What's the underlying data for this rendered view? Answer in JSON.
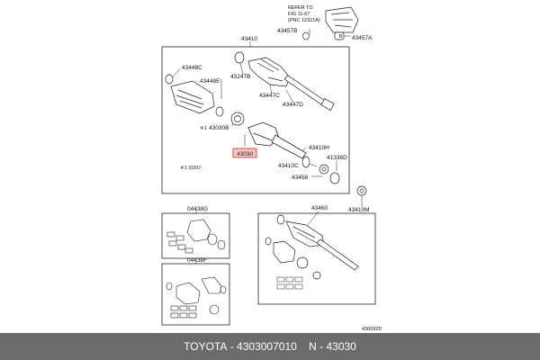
{
  "diagram": {
    "refer_note": [
      "REFER TO",
      "FIG 11-07",
      "(PNC 12321A)"
    ],
    "parts": {
      "p43410": "43410",
      "p43457b": "43457B",
      "p43457a": "43457A",
      "p43448c": "43448C",
      "p43247b": "43247B",
      "p43448e": "43448E",
      "p43447c": "43447C",
      "p43447d": "43447D",
      "p43030b": "43030B",
      "p43030": "43030",
      "p43410h": "43410H",
      "p43410c": "43410C",
      "p41336d": "41336D",
      "p43458": "43458",
      "p43460": "43460",
      "p43410m": "43410M",
      "p04438g": "04438G",
      "p04438f": "04438F"
    },
    "footnotes": {
      "mark_43030b": "※1",
      "date_note": "※1 (0207-",
      "ref_code": "430092D"
    },
    "highlight_color": "#e8201c"
  },
  "caption": {
    "brand": "TOYOTA",
    "sep1": " - ",
    "part_number": "4303007010",
    "gap": "    ",
    "label": "N - 43030"
  }
}
